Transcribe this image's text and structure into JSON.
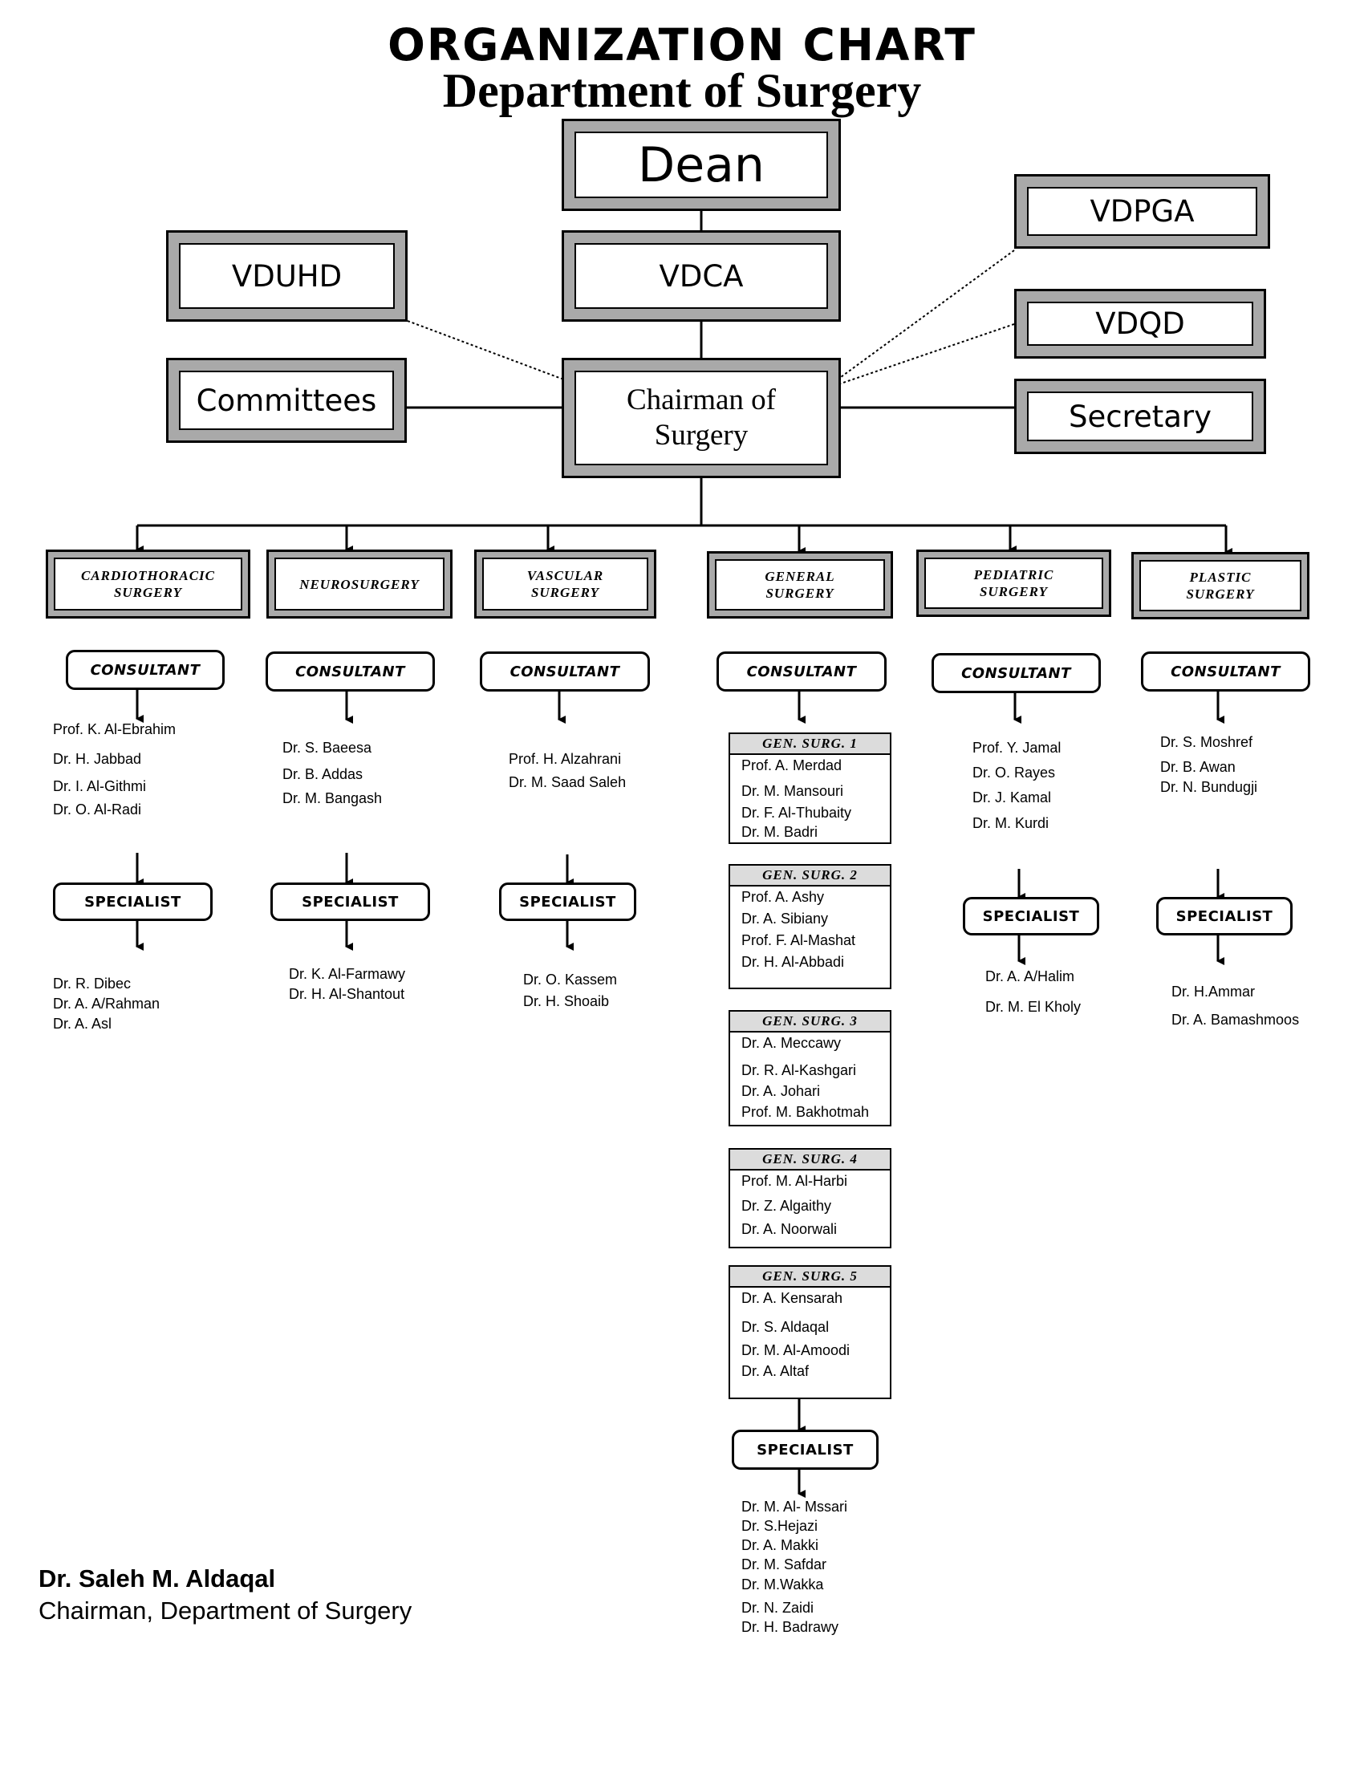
{
  "header": {
    "title": "ORGANIZATION CHART",
    "subtitle": "Department of Surgery"
  },
  "top": {
    "dean": "Dean",
    "vdca": "VDCA",
    "vduhd": "VDUHD",
    "vdpga": "VDPGA",
    "vdqd": "VDQD",
    "committees": "Committees",
    "chairman": "Chairman of Surgery",
    "secretary": "Secretary"
  },
  "labels": {
    "consultant": "CONSULTANT",
    "specialist": "SPECIALIST"
  },
  "departments": {
    "cardiothoracic": {
      "name": "CARDIOTHORACIC SURGERY",
      "consultants": [
        "Prof. K. Al-Ebrahim",
        "Dr. H. Jabbad",
        "Dr. I. Al-Githmi",
        "Dr. O. Al-Radi"
      ],
      "specialists": [
        "Dr. R. Dibec",
        "Dr. A. A/Rahman",
        "Dr. A. Asl"
      ]
    },
    "neurosurgery": {
      "name": "NEUROSURGERY",
      "consultants": [
        "Dr. S. Baeesa",
        "Dr. B. Addas",
        "Dr. M. Bangash"
      ],
      "specialists": [
        "Dr. K. Al-Farmawy",
        "Dr. H. Al-Shantout"
      ]
    },
    "vascular": {
      "name": "VASCULAR SURGERY",
      "consultants": [
        "Prof. H. Alzahrani",
        "Dr. M. Saad Saleh"
      ],
      "specialists": [
        "Dr. O. Kassem",
        "Dr. H. Shoaib"
      ]
    },
    "general": {
      "name": "GENERAL SURGERY",
      "units": [
        {
          "name": "GEN. SURG. 1",
          "members": [
            "Prof. A. Merdad",
            "Dr. M. Mansouri",
            "Dr. F. Al-Thubaity",
            "Dr. M. Badri"
          ]
        },
        {
          "name": "GEN. SURG. 2",
          "members": [
            "Prof. A. Ashy",
            "Dr. A. Sibiany",
            "Prof. F. Al-Mashat",
            "Dr. H. Al-Abbadi"
          ]
        },
        {
          "name": "GEN. SURG. 3",
          "members": [
            "Dr. A. Meccawy",
            "Dr. R. Al-Kashgari",
            "Dr. A. Johari",
            "Prof. M. Bakhotmah"
          ]
        },
        {
          "name": "GEN. SURG. 4",
          "members": [
            "Prof. M. Al-Harbi",
            "Dr. Z. Algaithy",
            "Dr. A. Noorwali"
          ]
        },
        {
          "name": "GEN. SURG. 5",
          "members": [
            "Dr. A. Kensarah",
            "Dr. S. Aldaqal",
            "Dr. M. Al-Amoodi",
            "Dr. A. Altaf"
          ]
        }
      ],
      "specialists": [
        "Dr. M. Al- Mssari",
        "Dr. S.Hejazi",
        "Dr. A. Makki",
        "Dr. M. Safdar",
        "Dr. M.Wakka",
        "Dr. N. Zaidi",
        "Dr. H. Badrawy"
      ]
    },
    "pediatric": {
      "name": "PEDIATRIC SURGERY",
      "consultants": [
        "Prof. Y. Jamal",
        "Dr. O. Rayes",
        "Dr. J. Kamal",
        "Dr. M. Kurdi"
      ],
      "specialists": [
        "Dr. A. A/Halim",
        "Dr. M. El Kholy"
      ]
    },
    "plastic": {
      "name": "PLASTIC SURGERY",
      "consultants": [
        "Dr. S. Moshref",
        "Dr. B. Awan",
        "Dr. N. Bundugji"
      ],
      "specialists": [
        "Dr. H.Ammar",
        "Dr. A. Bamashmoos"
      ]
    }
  },
  "signature": {
    "name": "Dr. Saleh M. Aldaqal",
    "role": "Chairman, Department of Surgery"
  }
}
